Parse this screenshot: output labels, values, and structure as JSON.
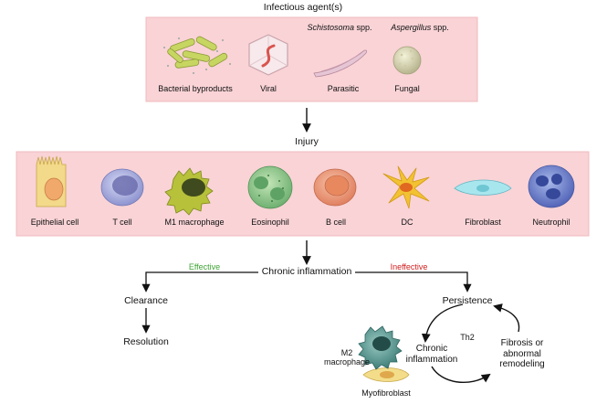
{
  "top_title": "Infectious agent(s)",
  "agents": [
    {
      "label": "Bacterial byproducts",
      "icon": "bacteria-icon"
    },
    {
      "label": "Viral",
      "icon": "virus-icon"
    },
    {
      "label": "Parasitic",
      "icon": "parasite-icon",
      "species_genus": "Schistosoma",
      "species_suffix": "spp."
    },
    {
      "label": "Fungal",
      "icon": "fungus-icon",
      "species_genus": "Aspergillus",
      "species_suffix": "spp."
    }
  ],
  "injury_label": "Injury",
  "cells": [
    {
      "label": "Epithelial cell",
      "icon": "epithelial-cell-icon"
    },
    {
      "label": "T cell",
      "icon": "t-cell-icon"
    },
    {
      "label": "M1 macrophage",
      "icon": "m1-macrophage-icon"
    },
    {
      "label": "Eosinophil",
      "icon": "eosinophil-icon"
    },
    {
      "label": "B cell",
      "icon": "b-cell-icon"
    },
    {
      "label": "DC",
      "icon": "dendritic-cell-icon"
    },
    {
      "label": "Fibroblast",
      "icon": "fibroblast-icon"
    },
    {
      "label": "Neutrophil",
      "icon": "neutrophil-icon"
    }
  ],
  "chronic_inflammation": "Chronic inflammation",
  "effective": "Effective",
  "ineffective": "Ineffective",
  "clearance": "Clearance",
  "resolution": "Resolution",
  "persistence": "Persistence",
  "cycle": {
    "chronic_line1": "Chronic",
    "chronic_line2": "inflammation",
    "th2": "Th2",
    "fibrosis_line1": "Fibrosis or",
    "fibrosis_line2": "abnormal",
    "fibrosis_line3": "remodeling",
    "m2_line1": "M2",
    "m2_line2": "macrophage",
    "myofibroblast": "Myofibroblast"
  },
  "colors": {
    "box_fill": "#f9d3d6",
    "effective": "#3fa535",
    "ineffective": "#d02020"
  }
}
